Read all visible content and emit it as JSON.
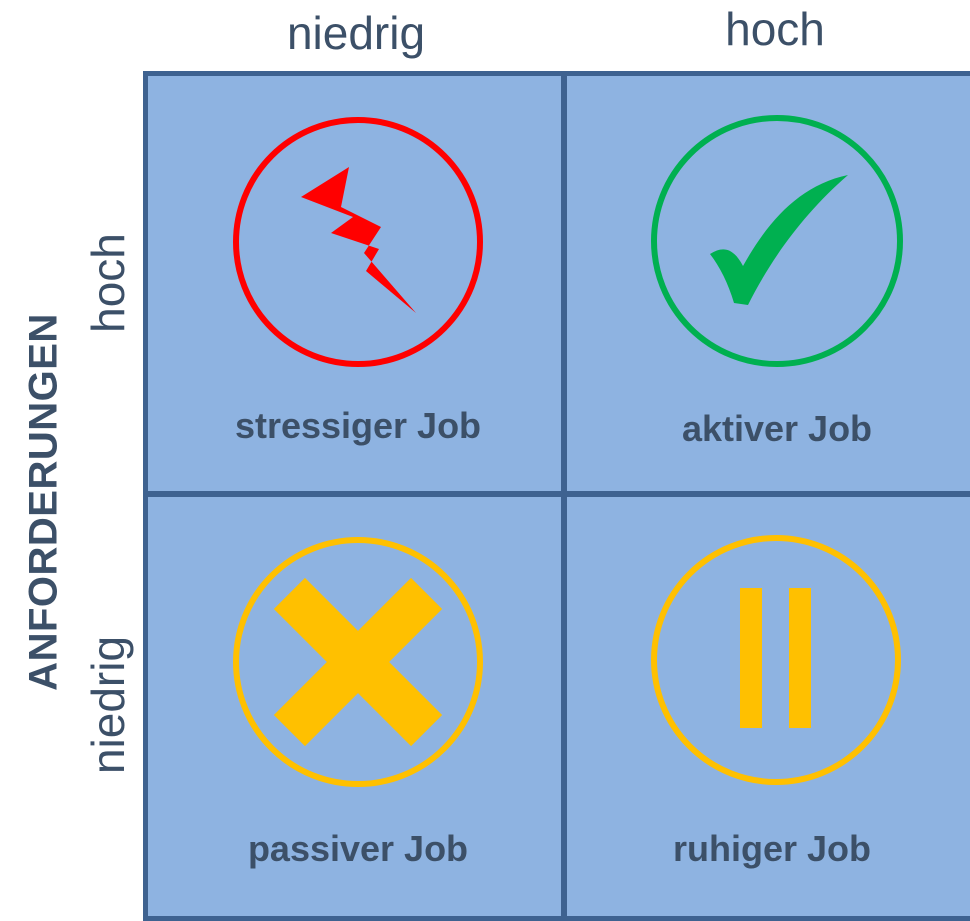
{
  "columns": {
    "low": "niedrig",
    "high": "hoch"
  },
  "rows": {
    "high": "hoch",
    "low": "niedrig"
  },
  "y_axis_title": "ANFORDERUNGEN",
  "cells": {
    "top_left": {
      "label": "stressiger Job",
      "icon": "lightning-icon",
      "color": "#ff0000"
    },
    "top_right": {
      "label": "aktiver Job",
      "icon": "checkmark-icon",
      "color": "#00b050"
    },
    "bottom_left": {
      "label": "passiver Job",
      "icon": "x-icon",
      "color": "#ffc000"
    },
    "bottom_right": {
      "label": "ruhiger Job",
      "icon": "pause-icon",
      "color": "#ffc000"
    }
  },
  "colors": {
    "cell_bg": "#8eb3e1",
    "grid_line": "#3e6290",
    "text": "#3c5068"
  }
}
